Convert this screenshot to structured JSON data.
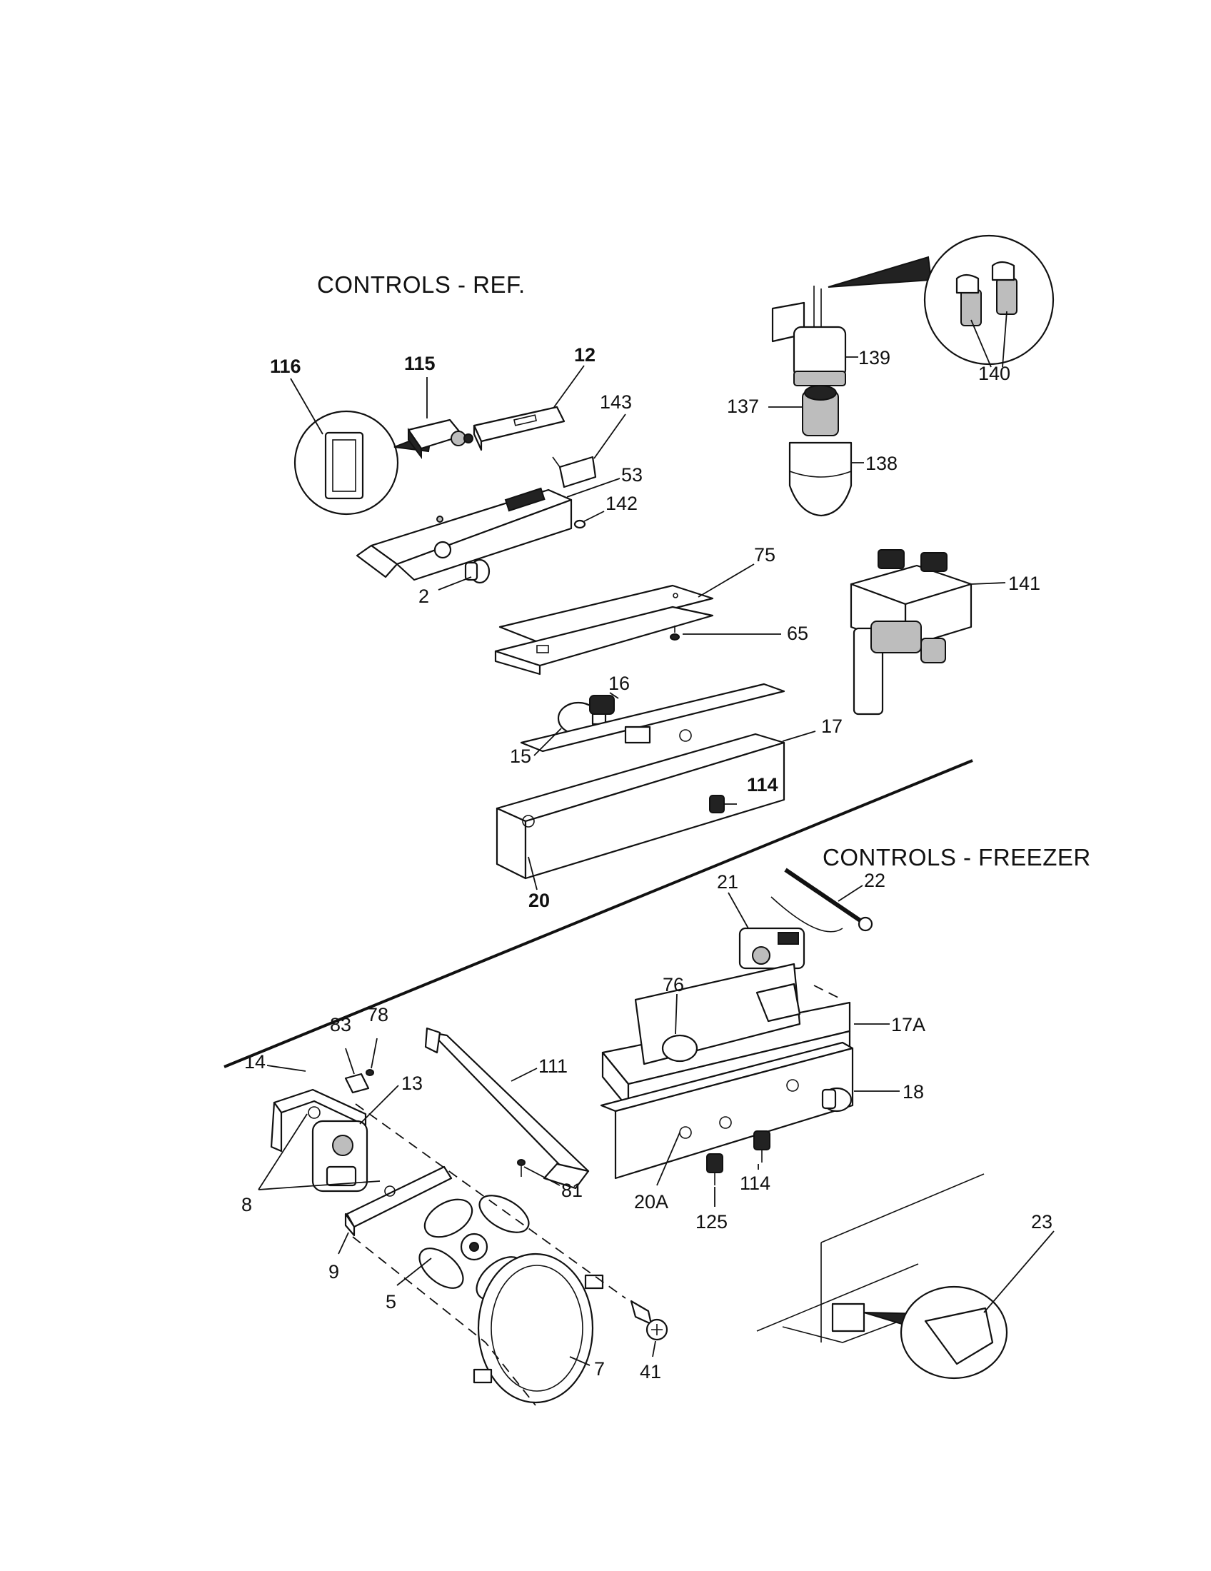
{
  "sections": {
    "ref_title": "CONTROLS - REF.",
    "freezer_title": "CONTROLS - FREEZER"
  },
  "callouts": {
    "p116": "116",
    "p115": "115",
    "p12": "12",
    "p143": "143",
    "p53": "53",
    "p142": "142",
    "p2": "2",
    "p75": "75",
    "p65": "65",
    "p16": "16",
    "p15": "15",
    "p17": "17",
    "p114a": "114",
    "p20": "20",
    "p139": "139",
    "p140": "140",
    "p137": "137",
    "p138": "138",
    "p141": "141",
    "p21": "21",
    "p22": "22",
    "p76": "76",
    "p17A": "17A",
    "p18": "18",
    "p20A": "20A",
    "p125": "125",
    "p114b": "114",
    "p83": "83",
    "p78": "78",
    "p14": "14",
    "p13": "13",
    "p111": "111",
    "p8": "8",
    "p81": "81",
    "p9": "9",
    "p5": "5",
    "p7": "7",
    "p41": "41",
    "p23": "23"
  }
}
